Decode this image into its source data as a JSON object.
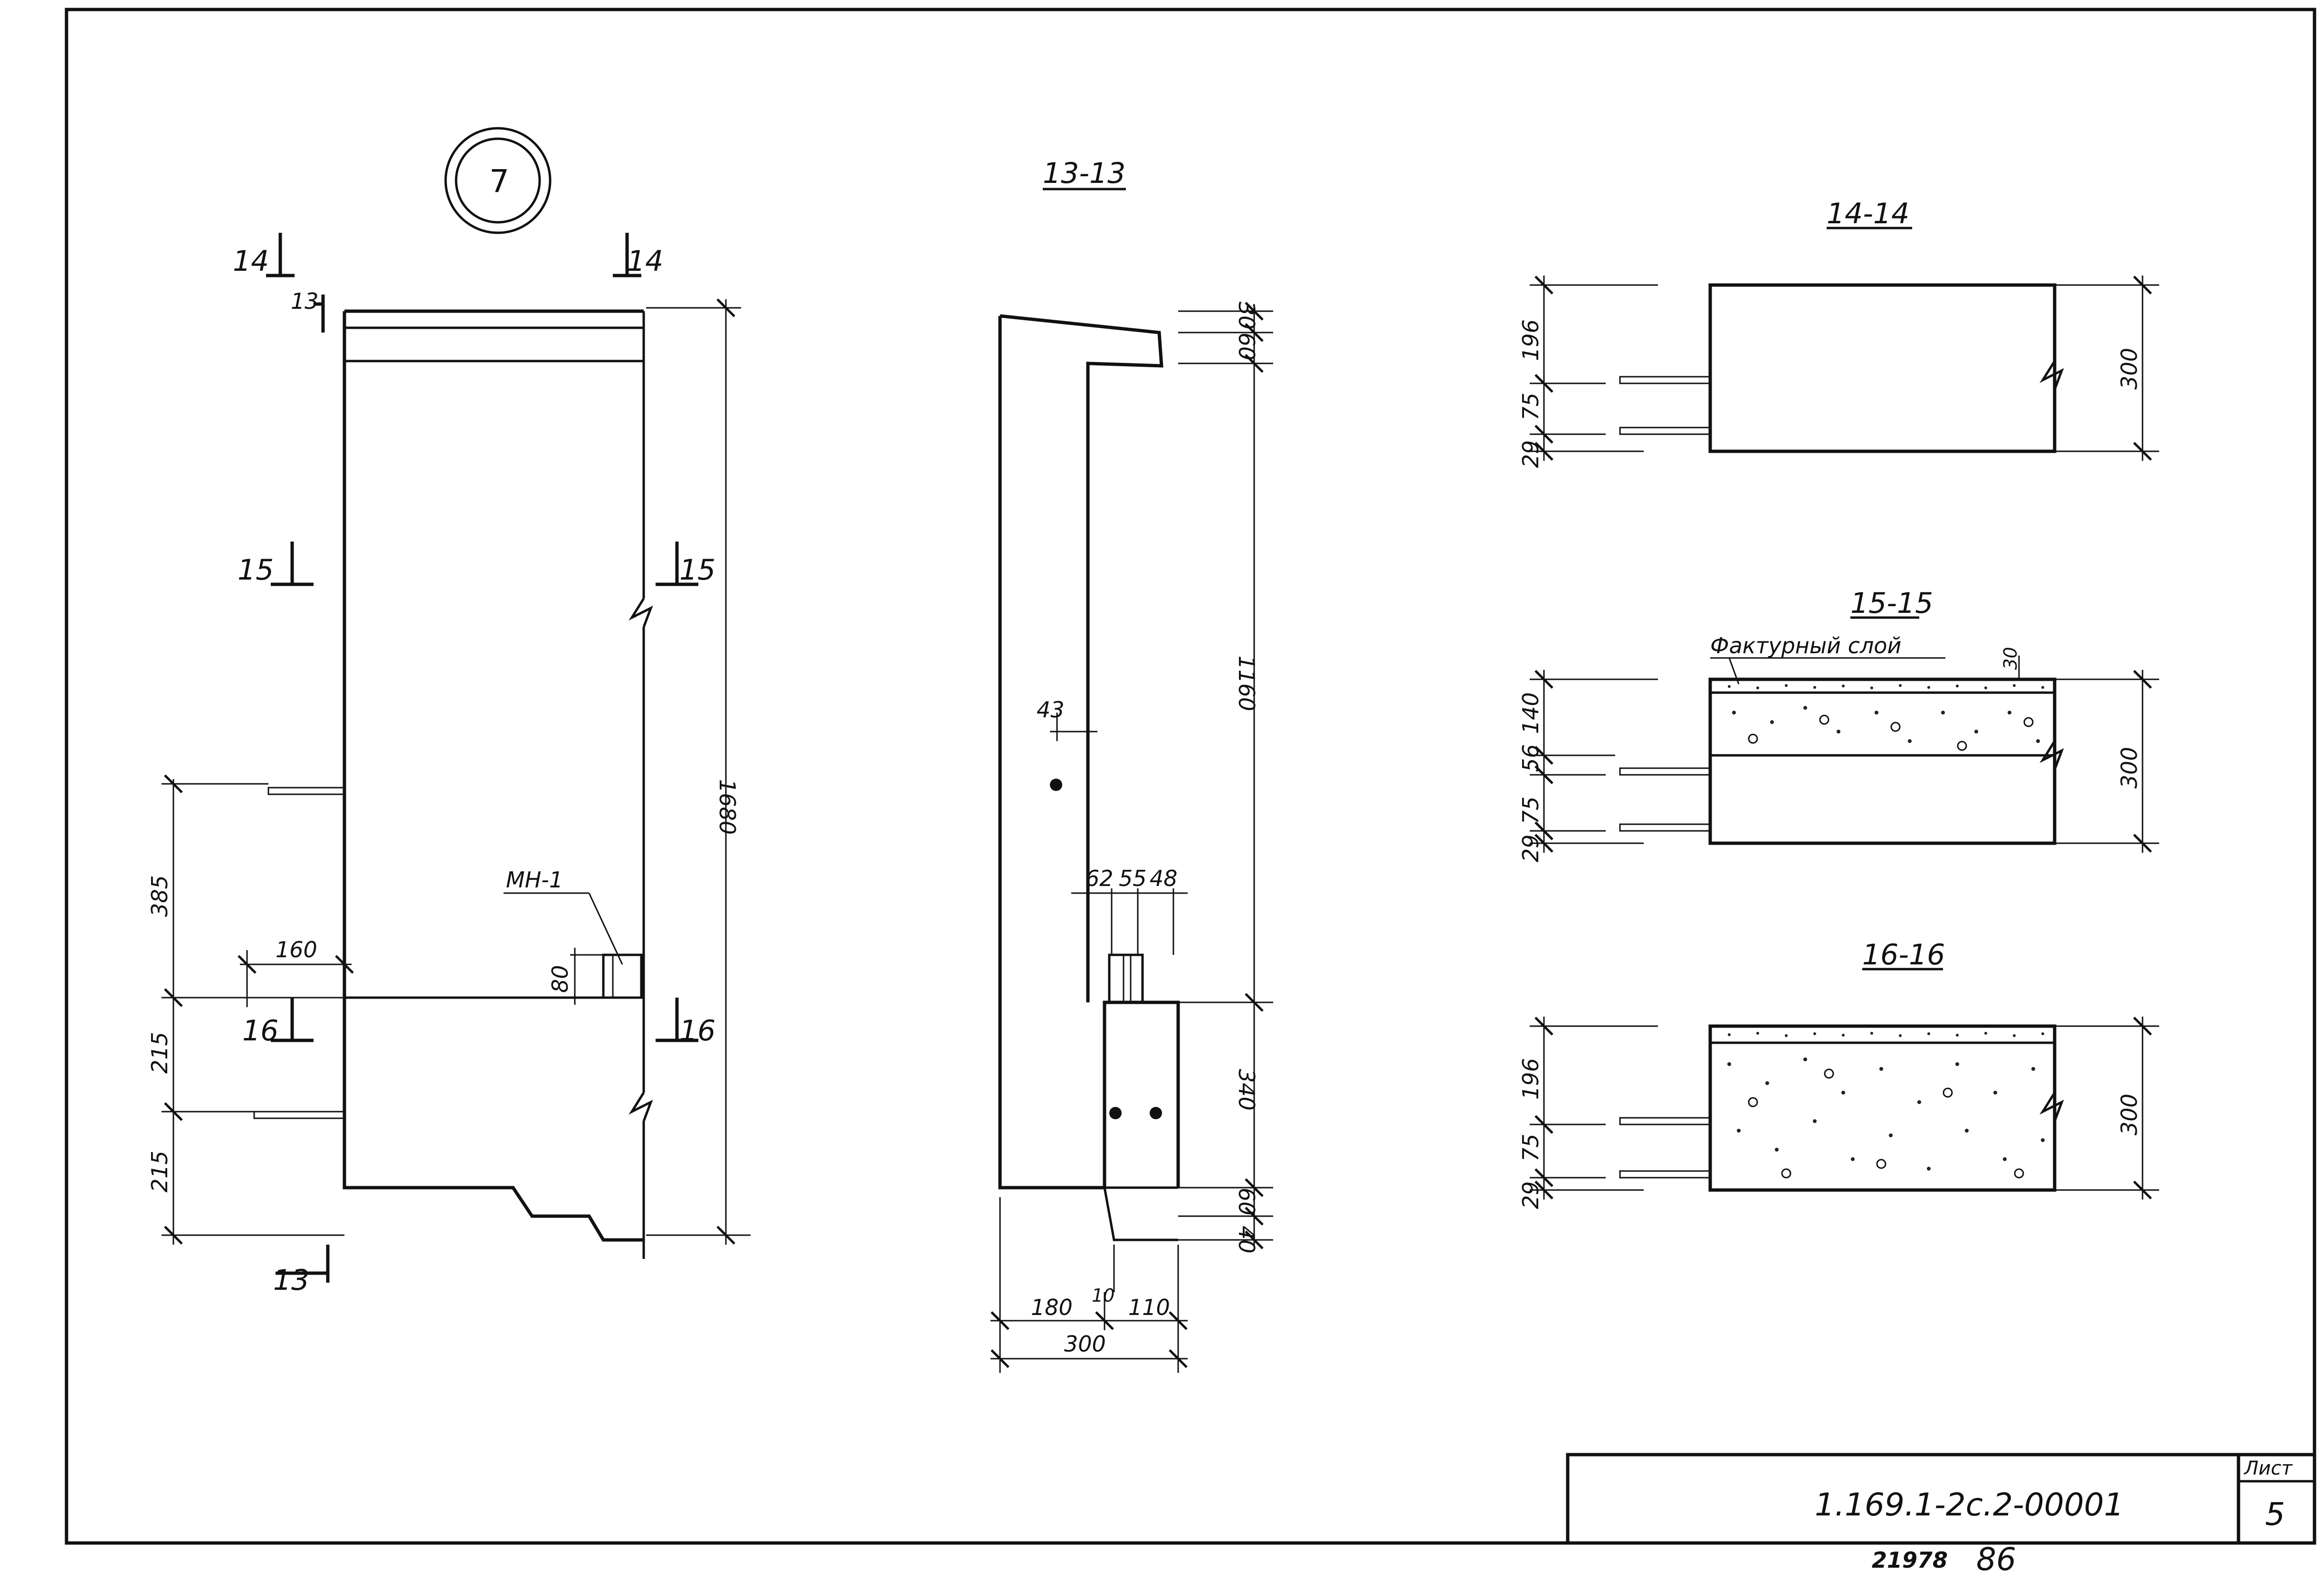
{
  "sheet": {
    "mark_number": "7",
    "document_code": "1.169.1-2с.2-00001",
    "sheet_label": "Лист",
    "sheet_number": "5",
    "archive_number": "21978",
    "archive_suffix": "86"
  },
  "view_front": {
    "cut_13": "13",
    "cut_14": "14",
    "cut_15": "15",
    "cut_16": "16",
    "cut_13b": "13",
    "dim_total_height": "1680",
    "dim_385": "385",
    "dim_215a": "215",
    "dim_215b": "215",
    "dim_160": "160",
    "dim_80": "80",
    "part_label": "МН-1"
  },
  "section_13": {
    "title": "13-13",
    "dim_30": "30",
    "dim_60a": "60",
    "dim_1160": "1160",
    "dim_340": "340",
    "dim_60b": "60",
    "dim_40": "40",
    "dim_43": "43",
    "dim_62": "62",
    "dim_55": "55",
    "dim_48": "48",
    "dim_180": "180",
    "dim_10": "10",
    "dim_110": "110",
    "dim_300": "300"
  },
  "section_14": {
    "title": "14-14",
    "dim_196": "196",
    "dim_75": "75",
    "dim_29": "29",
    "dim_300": "300"
  },
  "section_15": {
    "title": "15-15",
    "layer_label": "Фактурный слой",
    "dim_30": "30",
    "dim_140": "140",
    "dim_56": "56",
    "dim_75": "75",
    "dim_29": "29",
    "dim_300": "300"
  },
  "section_16": {
    "title": "16-16",
    "dim_196": "196",
    "dim_75": "75",
    "dim_29": "29",
    "dim_300": "300"
  }
}
